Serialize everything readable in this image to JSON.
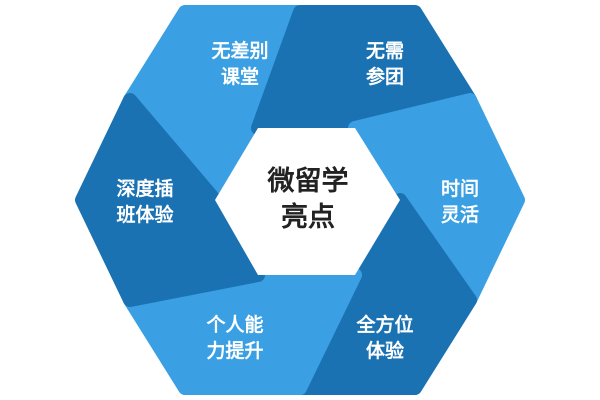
{
  "center": {
    "line1": "微留学",
    "line2": "亮点"
  },
  "segments": [
    {
      "line1": "无差别",
      "line2": "课堂",
      "color": "#3b9fe3"
    },
    {
      "line1": "无需",
      "line2": "参团",
      "color": "#1b72b3"
    },
    {
      "line1": "时间",
      "line2": "灵活",
      "color": "#3b9fe3"
    },
    {
      "line1": "全方位",
      "line2": "体验",
      "color": "#1b72b3"
    },
    {
      "line1": "个人能",
      "line2": "力提升",
      "color": "#3b9fe3"
    },
    {
      "line1": "深度插",
      "line2": "班体验",
      "color": "#1b72b3"
    }
  ]
}
